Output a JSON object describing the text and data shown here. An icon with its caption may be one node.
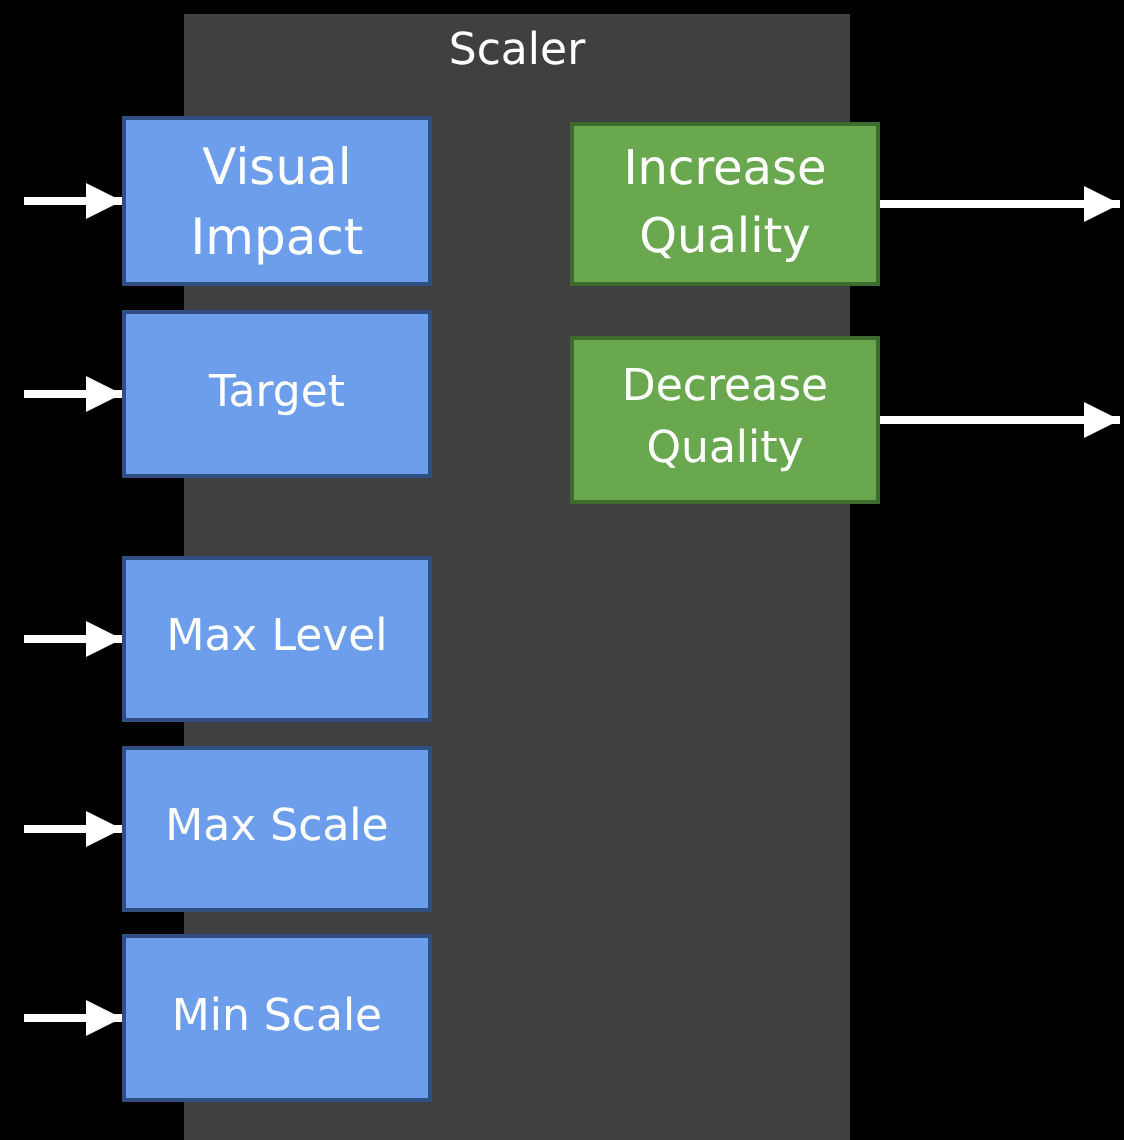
{
  "diagram": {
    "nodes": [
      {
        "text": [
          "Scaler"
        ]
      },
      {
        "text": [
          "Visual Impact"
        ]
      },
      {
        "text": [
          "Increase Quality"
        ],
        "in": 0
      },
      {
        "text": [
          "Target"
        ]
      },
      {
        "text": [
          "Decrease Quality"
        ],
        "in": 0
      },
      {
        "text": [
          "Max Level"
        ]
      },
      {
        "text": [
          "Max Scale"
        ]
      },
      {
        "text": [
          "Min Scale"
        ]
      }
    ],
    "edges": [
      {
        "from": null,
        "to": 1,
        "arrow": "to"
      },
      {
        "from": 2,
        "to": null,
        "arrow": "to"
      },
      {
        "from": null,
        "to": 3,
        "arrow": "to"
      },
      {
        "from": 4,
        "to": null,
        "arrow": "to"
      },
      {
        "from": null,
        "to": 5,
        "arrow": "to"
      },
      {
        "from": null,
        "to": 6,
        "arrow": "to"
      },
      {
        "from": null,
        "to": 7,
        "arrow": "to"
      }
    ]
  }
}
